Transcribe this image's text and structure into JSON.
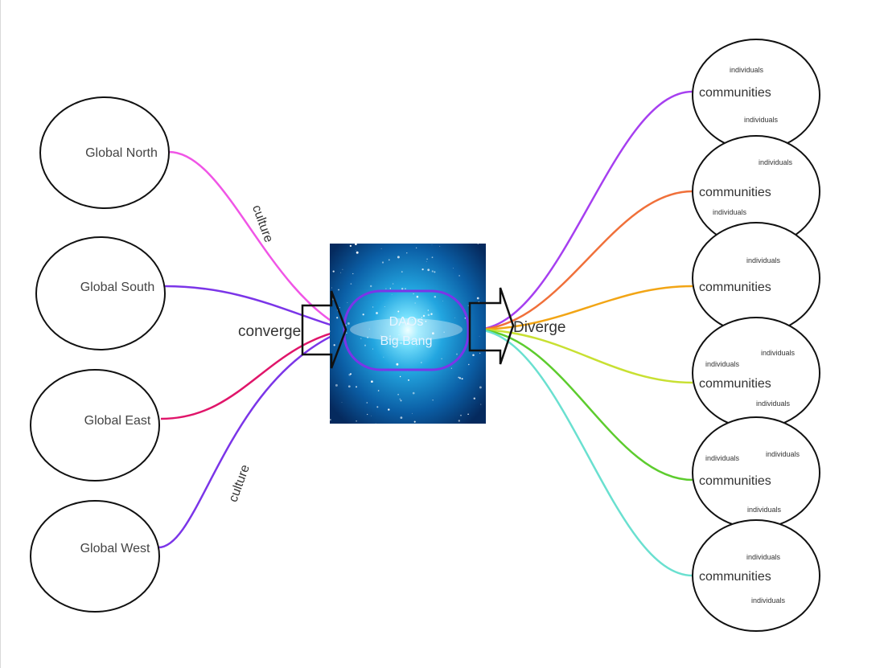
{
  "left_nodes": [
    {
      "label": "Global North",
      "color": "#f055e6"
    },
    {
      "label": "Global South",
      "color": "#7b35e8"
    },
    {
      "label": "Global East",
      "color": "#e0156a"
    },
    {
      "label": "Global West",
      "color": "#7b35e8"
    }
  ],
  "edge_labels": {
    "top": "culture",
    "bottom": "culture"
  },
  "center": {
    "line1": "DAOs",
    "line2": "Big Bang",
    "converge": "converge",
    "diverge": "Diverge",
    "ring_color": "#7b35e8"
  },
  "right_nodes": [
    {
      "label": "communities",
      "color": "#a63ff0",
      "individuals": [
        "individuals",
        "individuals"
      ]
    },
    {
      "label": "communities",
      "color": "#f0703a",
      "individuals": [
        "individuals",
        "individuals"
      ]
    },
    {
      "label": "communities",
      "color": "#f2a515",
      "individuals": [
        "individuals"
      ]
    },
    {
      "label": "communities",
      "color": "#c8e032",
      "individuals": [
        "individuals",
        "individuals",
        "individuals"
      ]
    },
    {
      "label": "communities",
      "color": "#5dcc2e",
      "individuals": [
        "individuals",
        "individuals",
        "individuals"
      ]
    },
    {
      "label": "communities",
      "color": "#6ae0d0",
      "individuals": [
        "individuals",
        "individuals"
      ]
    }
  ]
}
